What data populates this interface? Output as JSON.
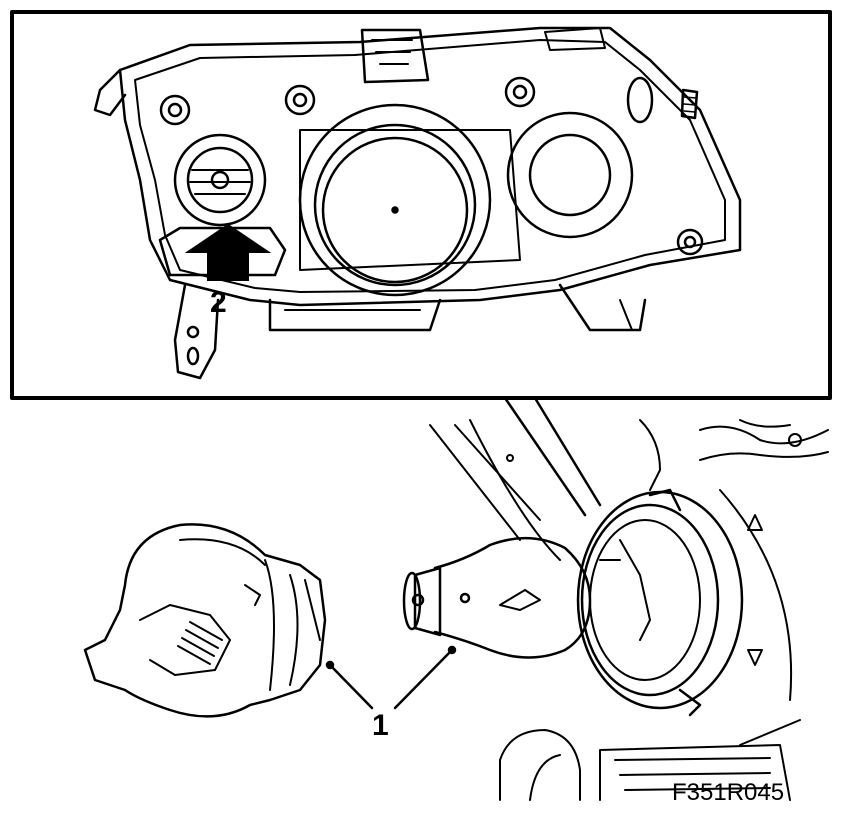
{
  "callouts": {
    "bulb_and_holder": "1",
    "access_arrow": "2"
  },
  "figure_code": "F351R045",
  "icons": {
    "arrow": "up-arrow-icon",
    "direction_marker": "triangle-marker-icon"
  },
  "colors": {
    "line": "#000000",
    "background": "#ffffff"
  }
}
